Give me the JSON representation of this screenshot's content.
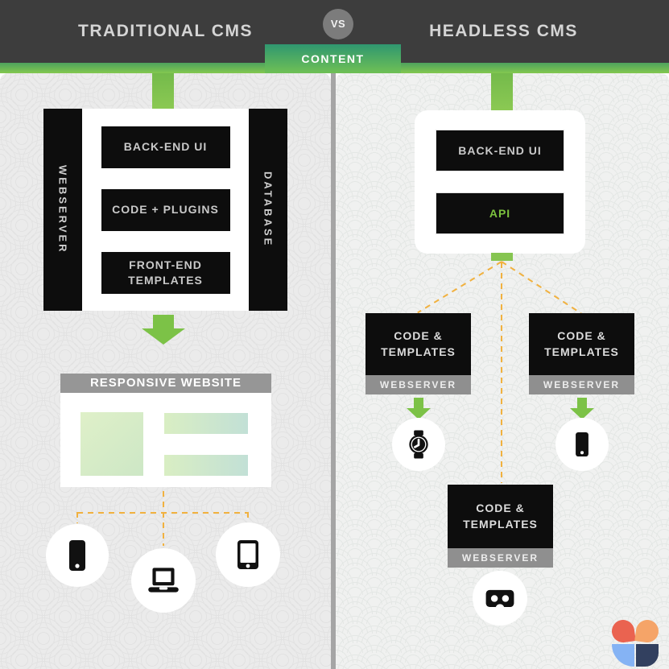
{
  "header": {
    "left_title": "TRADITIONAL CMS",
    "vs_label": "VS",
    "right_title": "HEADLESS CMS",
    "content_label": "CONTENT"
  },
  "traditional": {
    "webserver_label": "WEBSERVER",
    "database_label": "DATABASE",
    "stack": [
      "BACK-END UI",
      "CODE + PLUGINS",
      "FRONT-END\nTEMPLATES"
    ],
    "website_title": "RESPONSIVE WEBSITE",
    "devices": [
      "smartphone",
      "laptop",
      "tablet"
    ]
  },
  "headless": {
    "stack": [
      "BACK-END UI",
      "API"
    ],
    "nodes": [
      {
        "title": "CODE &\nTEMPLATES",
        "subtitle": "WEBSERVER",
        "device": "smartwatch"
      },
      {
        "title": "CODE &\nTEMPLATES",
        "subtitle": "WEBSERVER",
        "device": "smartphone"
      },
      {
        "title": "CODE &\nTEMPLATES",
        "subtitle": "WEBSERVER",
        "device": "vr-headset"
      }
    ]
  },
  "colors": {
    "header_bg": "#3d3d3d",
    "green_accent": "#7cc247",
    "green_band_top": "#4ea25e",
    "green_band_bottom": "#83c84f",
    "teal_tab_top": "#2f9770",
    "api_text": "#7cc23e",
    "dash_orange": "#f1b13f",
    "box_black": "#0d0d0d",
    "gray_bar": "#8f8f8f",
    "logo_red": "#ea6350",
    "logo_orange": "#f5a468",
    "logo_blue": "#85b3f4",
    "logo_navy": "#32405f"
  }
}
